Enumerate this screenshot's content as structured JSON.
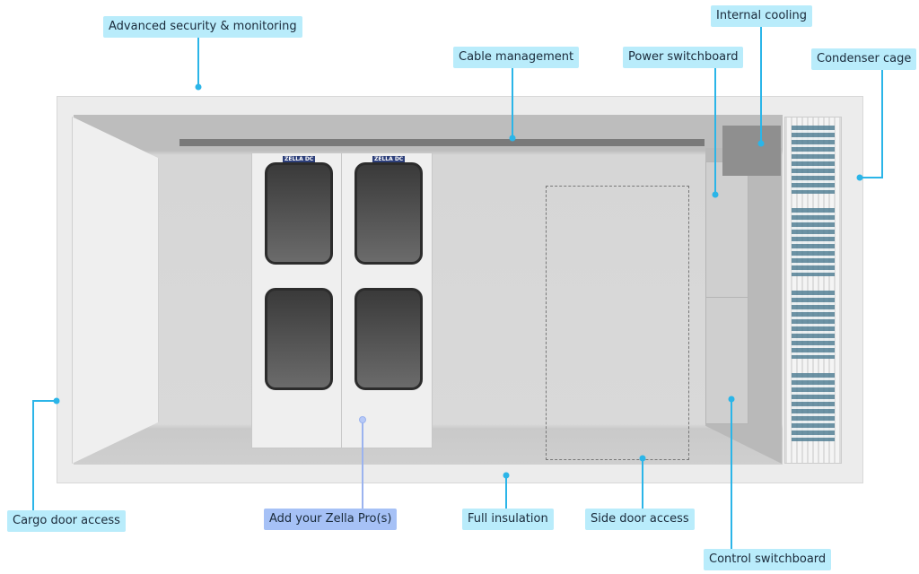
{
  "labels": {
    "security": "Advanced security & monitoring",
    "cable": "Cable management",
    "power": "Power switchboard",
    "cooling": "Internal cooling",
    "condenser": "Condenser cage",
    "cargo": "Cargo door access",
    "zella": "Add your Zella Pro(s)",
    "insulation": "Full insulation",
    "side_door": "Side door access",
    "control": "Control switchboard"
  },
  "cabinet_logo": "ZELLA DC",
  "colors": {
    "label_bg": "#b9ecfb",
    "label_alt_bg": "#a6c1f6",
    "leader": "#2bb5e8",
    "leader_alt": "#9bb3ef"
  }
}
